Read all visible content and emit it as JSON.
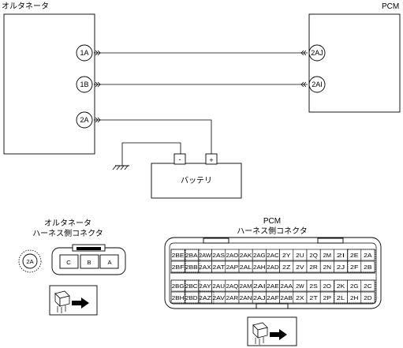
{
  "alternator_label": "オルタネータ",
  "pcm_label": "PCM",
  "battery_label": "バッテリ",
  "battery_minus": "-",
  "battery_plus": "+",
  "alt_pins": [
    "1A",
    "1B",
    "2A"
  ],
  "pcm_pins": [
    "2AJ",
    "2AI"
  ],
  "alt_connector": {
    "title1": "オルタネータ",
    "title2": "ハーネス側コネクタ",
    "terminal_label": "2A",
    "terminals": [
      "C",
      "B",
      "A"
    ]
  },
  "pcm_connector": {
    "title1": "PCM",
    "title2": "ハーネス側コネクタ",
    "rows": [
      [
        "2BE",
        "2BA",
        "2AW",
        "2AS",
        "2AO",
        "2AK",
        "2AG",
        "2AC",
        "2Y",
        "2U",
        "2Q",
        "2M",
        "2I",
        "2E",
        "2A"
      ],
      [
        "2BF",
        "2BB",
        "2AX",
        "2AT",
        "2AP",
        "2AL",
        "2AH",
        "2AD",
        "2Z",
        "2V",
        "2R",
        "2N",
        "2J",
        "2F",
        "2B"
      ],
      [
        "2BG",
        "2BC",
        "2AY",
        "2AU",
        "2AQ",
        "2AM",
        "2AI",
        "2AE",
        "2AA",
        "2W",
        "2S",
        "2O",
        "2K",
        "2G",
        "2C"
      ],
      [
        "2BH",
        "2BD",
        "2AZ",
        "2AV",
        "2AR",
        "2AN",
        "2AJ",
        "2AF",
        "2AB",
        "2X",
        "2T",
        "2P",
        "2L",
        "2H",
        "2D"
      ]
    ]
  }
}
